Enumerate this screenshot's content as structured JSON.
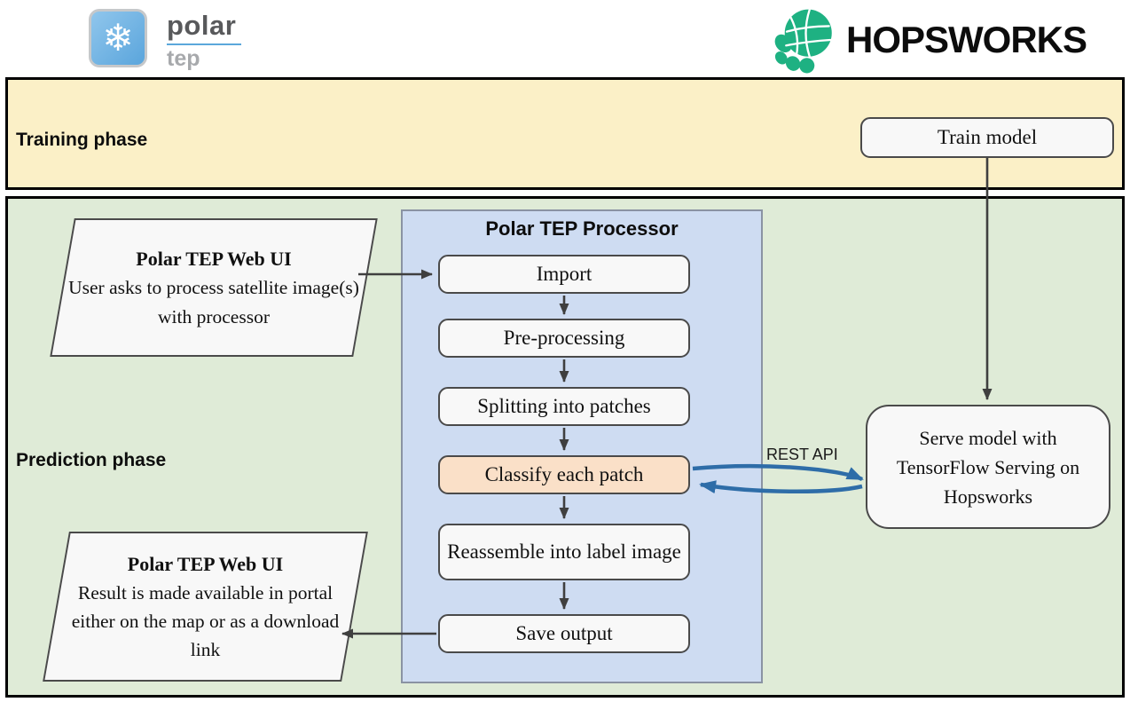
{
  "header": {
    "polar_logo": {
      "icon": "snowflake-icon",
      "icon_glyph": "❄",
      "title": "polar",
      "subtitle": "tep"
    },
    "hopsworks_logo": {
      "icon": "hop-cone-icon",
      "wordmark": "HOPSWORKS"
    }
  },
  "phases": {
    "training": {
      "label": "Training phase"
    },
    "prediction": {
      "label": "Prediction phase"
    }
  },
  "training": {
    "train_model_label": "Train model"
  },
  "processor": {
    "title": "Polar TEP Processor",
    "steps": [
      "Import",
      "Pre-processing",
      "Splitting into patches",
      "Classify each patch",
      "Reassemble into label image",
      "Save output"
    ],
    "highlighted_step": "Classify each patch"
  },
  "serving": {
    "label": "Serve model with TensorFlow Serving on Hopsworks",
    "connection_label": "REST API"
  },
  "web_ui_input": {
    "title": "Polar TEP Web UI",
    "body": "User asks to process satellite image(s) with processor"
  },
  "web_ui_output": {
    "title": "Polar TEP Web UI",
    "body": "Result is made available in portal either on the map or as a download link"
  },
  "colors": {
    "training_band": "#FBF0C7",
    "prediction_band": "#DFEBD7",
    "processor_bg": "#CEDCF2",
    "highlight_step_bg": "#FAE0C8",
    "node_bg": "#F8F8F8",
    "node_border": "#4A4A4A",
    "arrow_dark": "#3F3F3F",
    "arrow_blue": "#2E6DA8",
    "hopsworks_green": "#1EB182",
    "polar_blue": "#5BA7DB"
  }
}
